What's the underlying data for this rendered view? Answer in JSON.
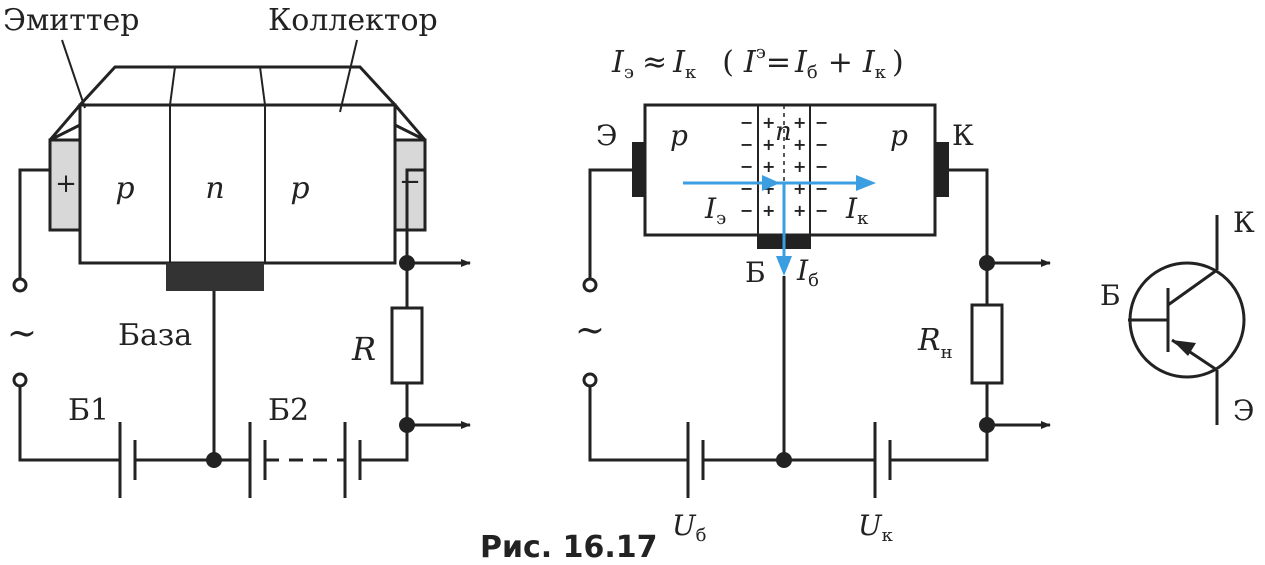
{
  "left_diagram": {
    "emitter_label": "Эмиттер",
    "collector_label": "Коллектор",
    "region_p1": "p",
    "region_n": "n",
    "region_p2": "p",
    "plus_sign": "+",
    "minus_sign": "−",
    "base_label": "База",
    "ac_symbol": "~",
    "resistor_label": "R",
    "battery1_label": "Б1",
    "battery2_label": "Б2"
  },
  "middle_diagram": {
    "formula_left_i": "I",
    "formula_left_sub": "э",
    "formula_approx": "≈",
    "formula_right_i": "I",
    "formula_right_sub": "к",
    "formula_paren_open": "(",
    "formula2_i1": "I",
    "formula2_sub1": "э",
    "formula2_eq": "=",
    "formula2_i2": "I",
    "formula2_sub2": "б",
    "formula2_plus": "+",
    "formula2_i3": "I",
    "formula2_sub3": "к",
    "formula_paren_close": ")",
    "emitter_letter": "Э",
    "collector_letter": "К",
    "region_p1": "p",
    "region_n": "n",
    "region_p2": "p",
    "ie_i": "I",
    "ie_sub": "э",
    "ik_i": "I",
    "ik_sub": "к",
    "base_letter": "Б",
    "ib_i": "I",
    "ib_sub": "б",
    "ac_symbol": "~",
    "load_r": "R",
    "load_sub": "н",
    "ub_u": "U",
    "ub_sub": "б",
    "uk_u": "U",
    "uk_sub": "к",
    "arrow_color": "#3a9ee0"
  },
  "symbol": {
    "collector_letter": "К",
    "base_letter": "Б",
    "emitter_letter": "Э"
  },
  "caption": "Рис. 16.17"
}
